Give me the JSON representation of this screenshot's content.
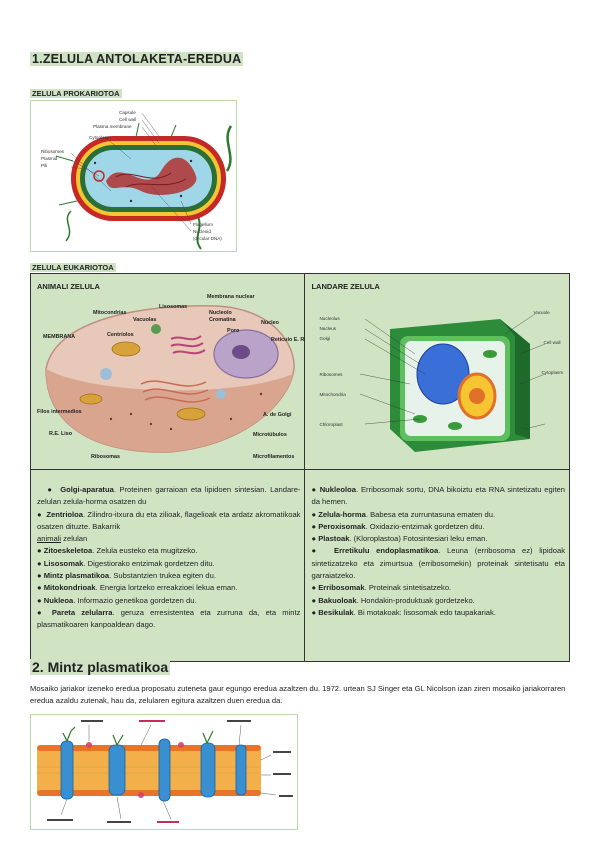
{
  "heading1": "1.ZELULA ANTOLAKETA-EREDUA",
  "prokaryote_heading": "ZELULA PROKARIOTOA",
  "prokaryote_labels": [
    "Capsule",
    "Cell wall",
    "Plasma membrane",
    "Cytoplasm",
    "Ribosomes",
    "Plasmid",
    "Pili",
    "Flagellum",
    "Nucleoid",
    "(circular DNA)"
  ],
  "eukaryote_heading": "ZELULA EUKARIOTOA",
  "animal_title": "ANIMALI ZELULA",
  "animal_labels": [
    "Mitocondrias",
    "Lisosomas",
    "Membrana nuclear",
    "Vacuolas",
    "Nucleolo",
    "Cromatina",
    "Centríolos",
    "Poro",
    "Núcleo",
    "MEMBRANA",
    "Retículo E. Rugoso",
    "Filos intermedios",
    "R.E. Liso",
    "Ribosomas",
    "A. de Golgi",
    "Microtúbulos",
    "Microfilamentos"
  ],
  "plant_title": "LANDARE ZELULA",
  "plant_labels": [
    "Nucleolus",
    "Nucleus",
    "Golgi",
    "Ribosomes",
    "Mitochondria",
    "Chloroplast",
    "Vacuole",
    "Cell wall",
    "Cytoplasm"
  ],
  "animal_points": [
    {
      "bullet": "●",
      "term": "Golgi-aparatua",
      "text": ". Proteinen garraioan eta lipidoen sintesian. Landare-zelulan zelula-horma osatzen du"
    },
    {
      "bullet": "●",
      "term": "Zentrioloa",
      "text": ". Zilindro-itxura du eta zilioak, flagelioak eta ardatz akromatikoak osatzen dituzte. Bakarrik"
    },
    {
      "bullet": "",
      "term": "",
      "text": "animali",
      "suffix": " zelulan"
    },
    {
      "bullet": "●",
      "term": "Zitoeskeletoa",
      "text": ". Zelula eusteko eta mugitzeko."
    },
    {
      "bullet": "●",
      "term": "Lisosomak",
      "text": ". Digestiorako entzimak gordetzen ditu."
    },
    {
      "bullet": "●",
      "term": "Mintz plasmatikoa",
      "text": ". Substantzien trukea egiten du."
    },
    {
      "bullet": "●",
      "term": "Mitokondrioak",
      "text": ". Energia lortzeko erreakzioei lekua eman."
    },
    {
      "bullet": "●",
      "term": "Nukleoa",
      "text": ". Informazio genetikoa gordetzen du."
    },
    {
      "bullet": "●",
      "term": "Pareta zelularra",
      "text": ". geruza erresistentea eta zurruna da, eta mintz plasmatikoaren kanpoaldean dago."
    }
  ],
  "plant_points": [
    {
      "bullet": "●",
      "term": "Nukleoloa",
      "text": ". Erribosomak sortu, DNA bikoiztu eta RNA sintetizatu egiten da hemen."
    },
    {
      "bullet": "●",
      "term": "Zelula-horma",
      "text": ". Babesa eta zurruntasuna ematen du."
    },
    {
      "bullet": "●",
      "term": "Peroxisomak",
      "text": ". Oxidazio-entzimak gordetzen ditu."
    },
    {
      "bullet": "●",
      "term": "Plastoak",
      "text": ". (Kloroplastoa) Fotosintesiari leku eman."
    },
    {
      "bullet": "●",
      "term": "Erretikulu endoplasmatikoa",
      "text": ". Leuna (erribosoma ez) lipidoak sintetizatzeko eta zimurtsua (erribosomekin) proteinak sintetisatu eta garraiatzeko."
    },
    {
      "bullet": "●",
      "term": "Erribosomak",
      "text": ". Proteinak sintetisatzeko."
    },
    {
      "bullet": "●",
      "term": "Bakuoloak",
      "text": ". Hondakin-produktuak gordetzeko."
    },
    {
      "bullet": "●",
      "term": "Besikulak",
      "text": ". Bi motakoak: lisosomak edo taupakariak."
    }
  ],
  "heading2": "2. Mintz plasmatikoa",
  "paragraph": "Mosaiko jariakor izeneko eredua proposatu zuteneta gaur egungo eredua azaltzen du. 1972. urtean SJ Singer eta GL Nicolson izan ziren mosaiko jariakorraren eredua azaldu zutenak, hau da, zelularen egitura azaltzen duen eredua da.",
  "colors": {
    "highlight": "#cfe3c4",
    "cell_bg": "#d0e4c4",
    "frame": "#bcd9ae"
  }
}
